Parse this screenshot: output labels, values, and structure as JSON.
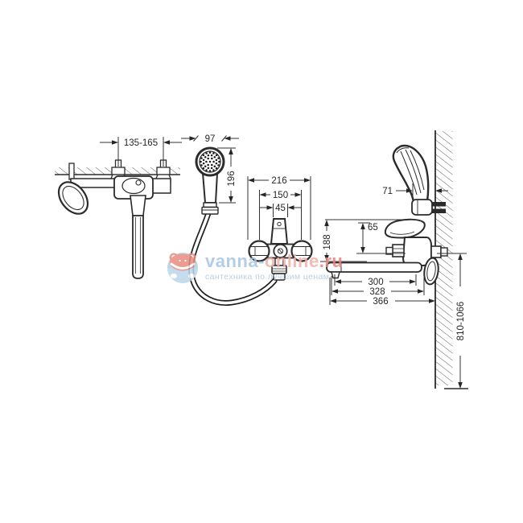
{
  "drawing": {
    "title": "wall-mounted bath mixer with long spout and hand shower - dimensional drawing",
    "dims": {
      "mount_spacing": "135-165",
      "head_width": "97",
      "head_length": "196",
      "body_width": "216",
      "mount_centers": "150",
      "lever_width": "45",
      "body_height": "188",
      "holder_offset": "71",
      "lever_rise": "65",
      "spout_reach": "300",
      "spout_overall": "328",
      "overall_depth": "366",
      "install_height": "810-1066"
    },
    "line_color": "#2b2b2b"
  },
  "watermark": {
    "brand_prefix": "vanna-",
    "brand_mid": "online",
    "brand_tld": ".ru",
    "tagline": "сантехника по лучшим ценам",
    "logo": "frog-logo",
    "colors": {
      "blue": "#a6c6e0",
      "pink": "#f0b0aa",
      "red": "#e8837a"
    }
  }
}
